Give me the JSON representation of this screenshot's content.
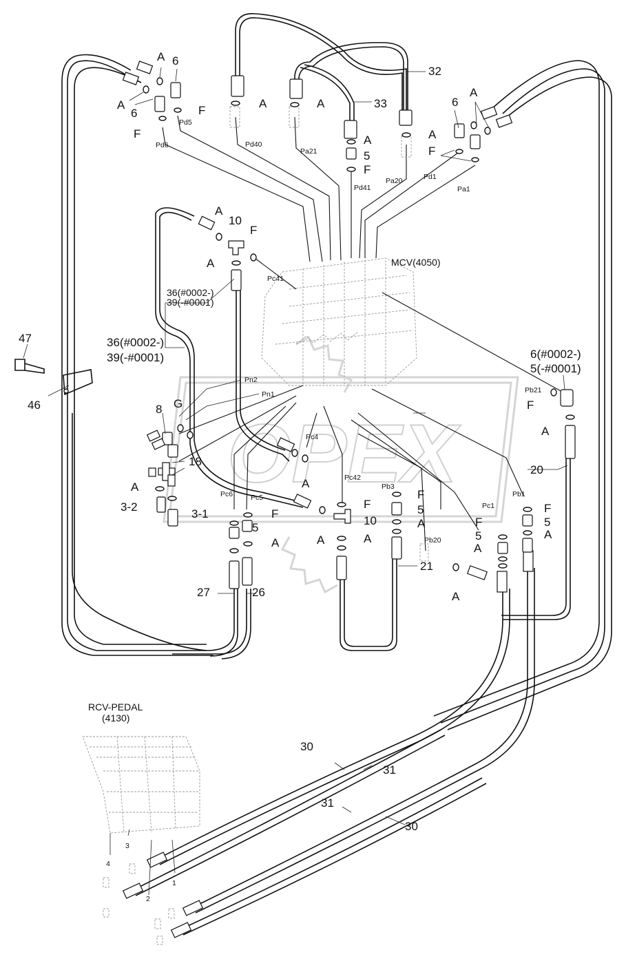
{
  "components": {
    "mcv": "MCV(4050)",
    "rcv_pedal_line1": "RCV-PEDAL",
    "rcv_pedal_line2": "(4130)"
  },
  "watermark": "OPEX",
  "part_numbers": {
    "p32": "32",
    "p33": "33",
    "p6": "6",
    "p10": "10",
    "p5": "5",
    "p8": "8",
    "p18": "18",
    "p20": "20",
    "p21": "21",
    "p26": "26",
    "p27": "27",
    "p30": "30",
    "p31": "31",
    "p46": "46",
    "p47": "47",
    "p3_1": "3-1",
    "p3_2": "3-2",
    "p36_39_a": "36(#0002-)",
    "p36_39_b": "39(-#0001)",
    "p6_5_a": "6(#0002-)",
    "p6_5_b": "5(-#0001)"
  },
  "seal_letters": {
    "a": "A",
    "f": "F",
    "g": "G"
  },
  "ports": {
    "pd5": "Pd5",
    "pd6": "Pd6",
    "pd40": "Pd40",
    "pa21": "Pa21",
    "pd41": "Pd41",
    "pa20": "Pa20",
    "pd1": "Pd1",
    "pa1": "Pa1",
    "pc41": "Pc41",
    "pn2": "Pn2",
    "pn1": "Pn1",
    "pc4": "Pc4",
    "pc42": "Pc42",
    "pc6": "Pc6",
    "pc5": "Pc5",
    "pb3": "Pb3",
    "pb1": "Pb1",
    "pc1": "Pc1",
    "pb20": "Pb20",
    "pb21": "Pb21"
  },
  "pedal_ports": {
    "p1": "1",
    "p2": "2",
    "p3": "3",
    "p4": "4"
  }
}
